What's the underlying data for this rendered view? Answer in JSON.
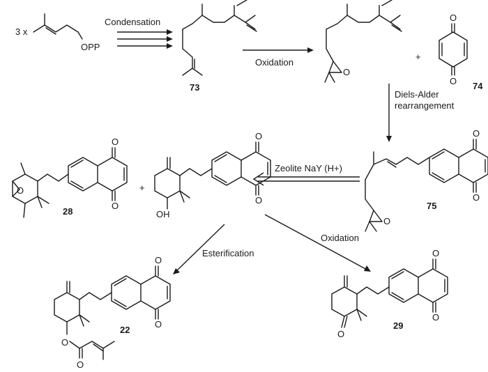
{
  "reaction_labels": {
    "condensation": "Condensation",
    "oxidation_top": "Oxidation",
    "diels_alder_1": "Diels-Alder",
    "diels_alder_2": "rearrangement",
    "zeolite": "Zeolite NaY (H+)",
    "esterification": "Esterification",
    "oxidation_right": "Oxidation"
  },
  "starting_material": {
    "multiplier": "3 x",
    "group": "OPP"
  },
  "compounds": {
    "c73": "73",
    "c74": "74",
    "c75": "75",
    "c28": "28",
    "c22": "22",
    "c29": "29"
  },
  "atoms": {
    "O": "O",
    "OH": "OH",
    "plus": "+"
  }
}
